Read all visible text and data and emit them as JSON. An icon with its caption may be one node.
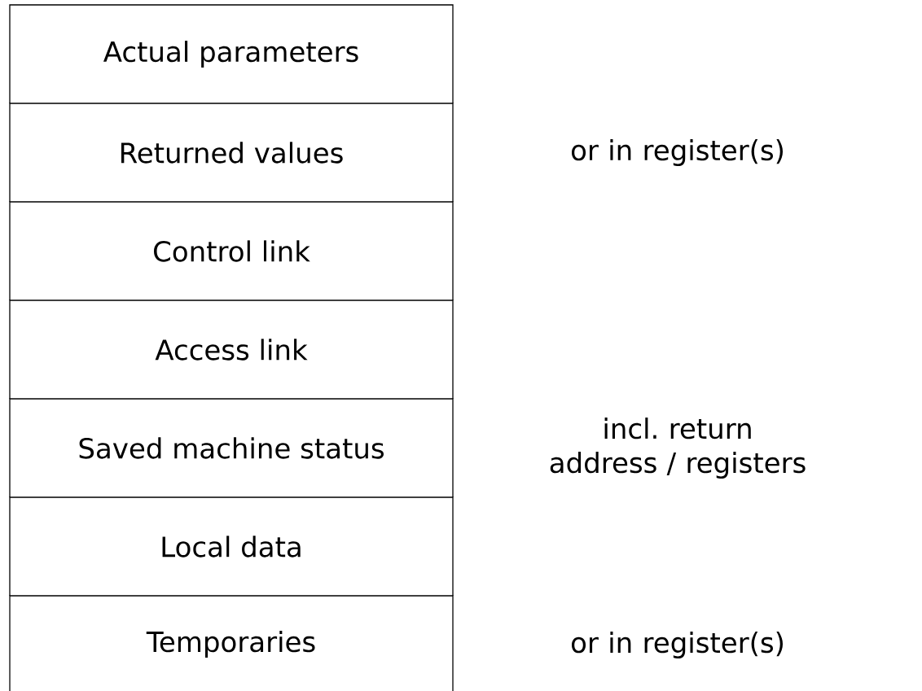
{
  "diagram": {
    "nodes": [
      {
        "text": [
          "Actual parameters"
        ]
      },
      {
        "text": [
          "Returned values"
        ]
      },
      {
        "text": [
          "Control link"
        ]
      },
      {
        "text": [
          "Access link"
        ]
      },
      {
        "text": [
          "Saved machine status"
        ]
      },
      {
        "text": [
          "Local data"
        ]
      },
      {
        "text": [
          "Temporaries"
        ]
      }
    ],
    "labels": [
      "or in register(s)",
      "incl. return address / registers",
      "or in register(s)"
    ]
  }
}
